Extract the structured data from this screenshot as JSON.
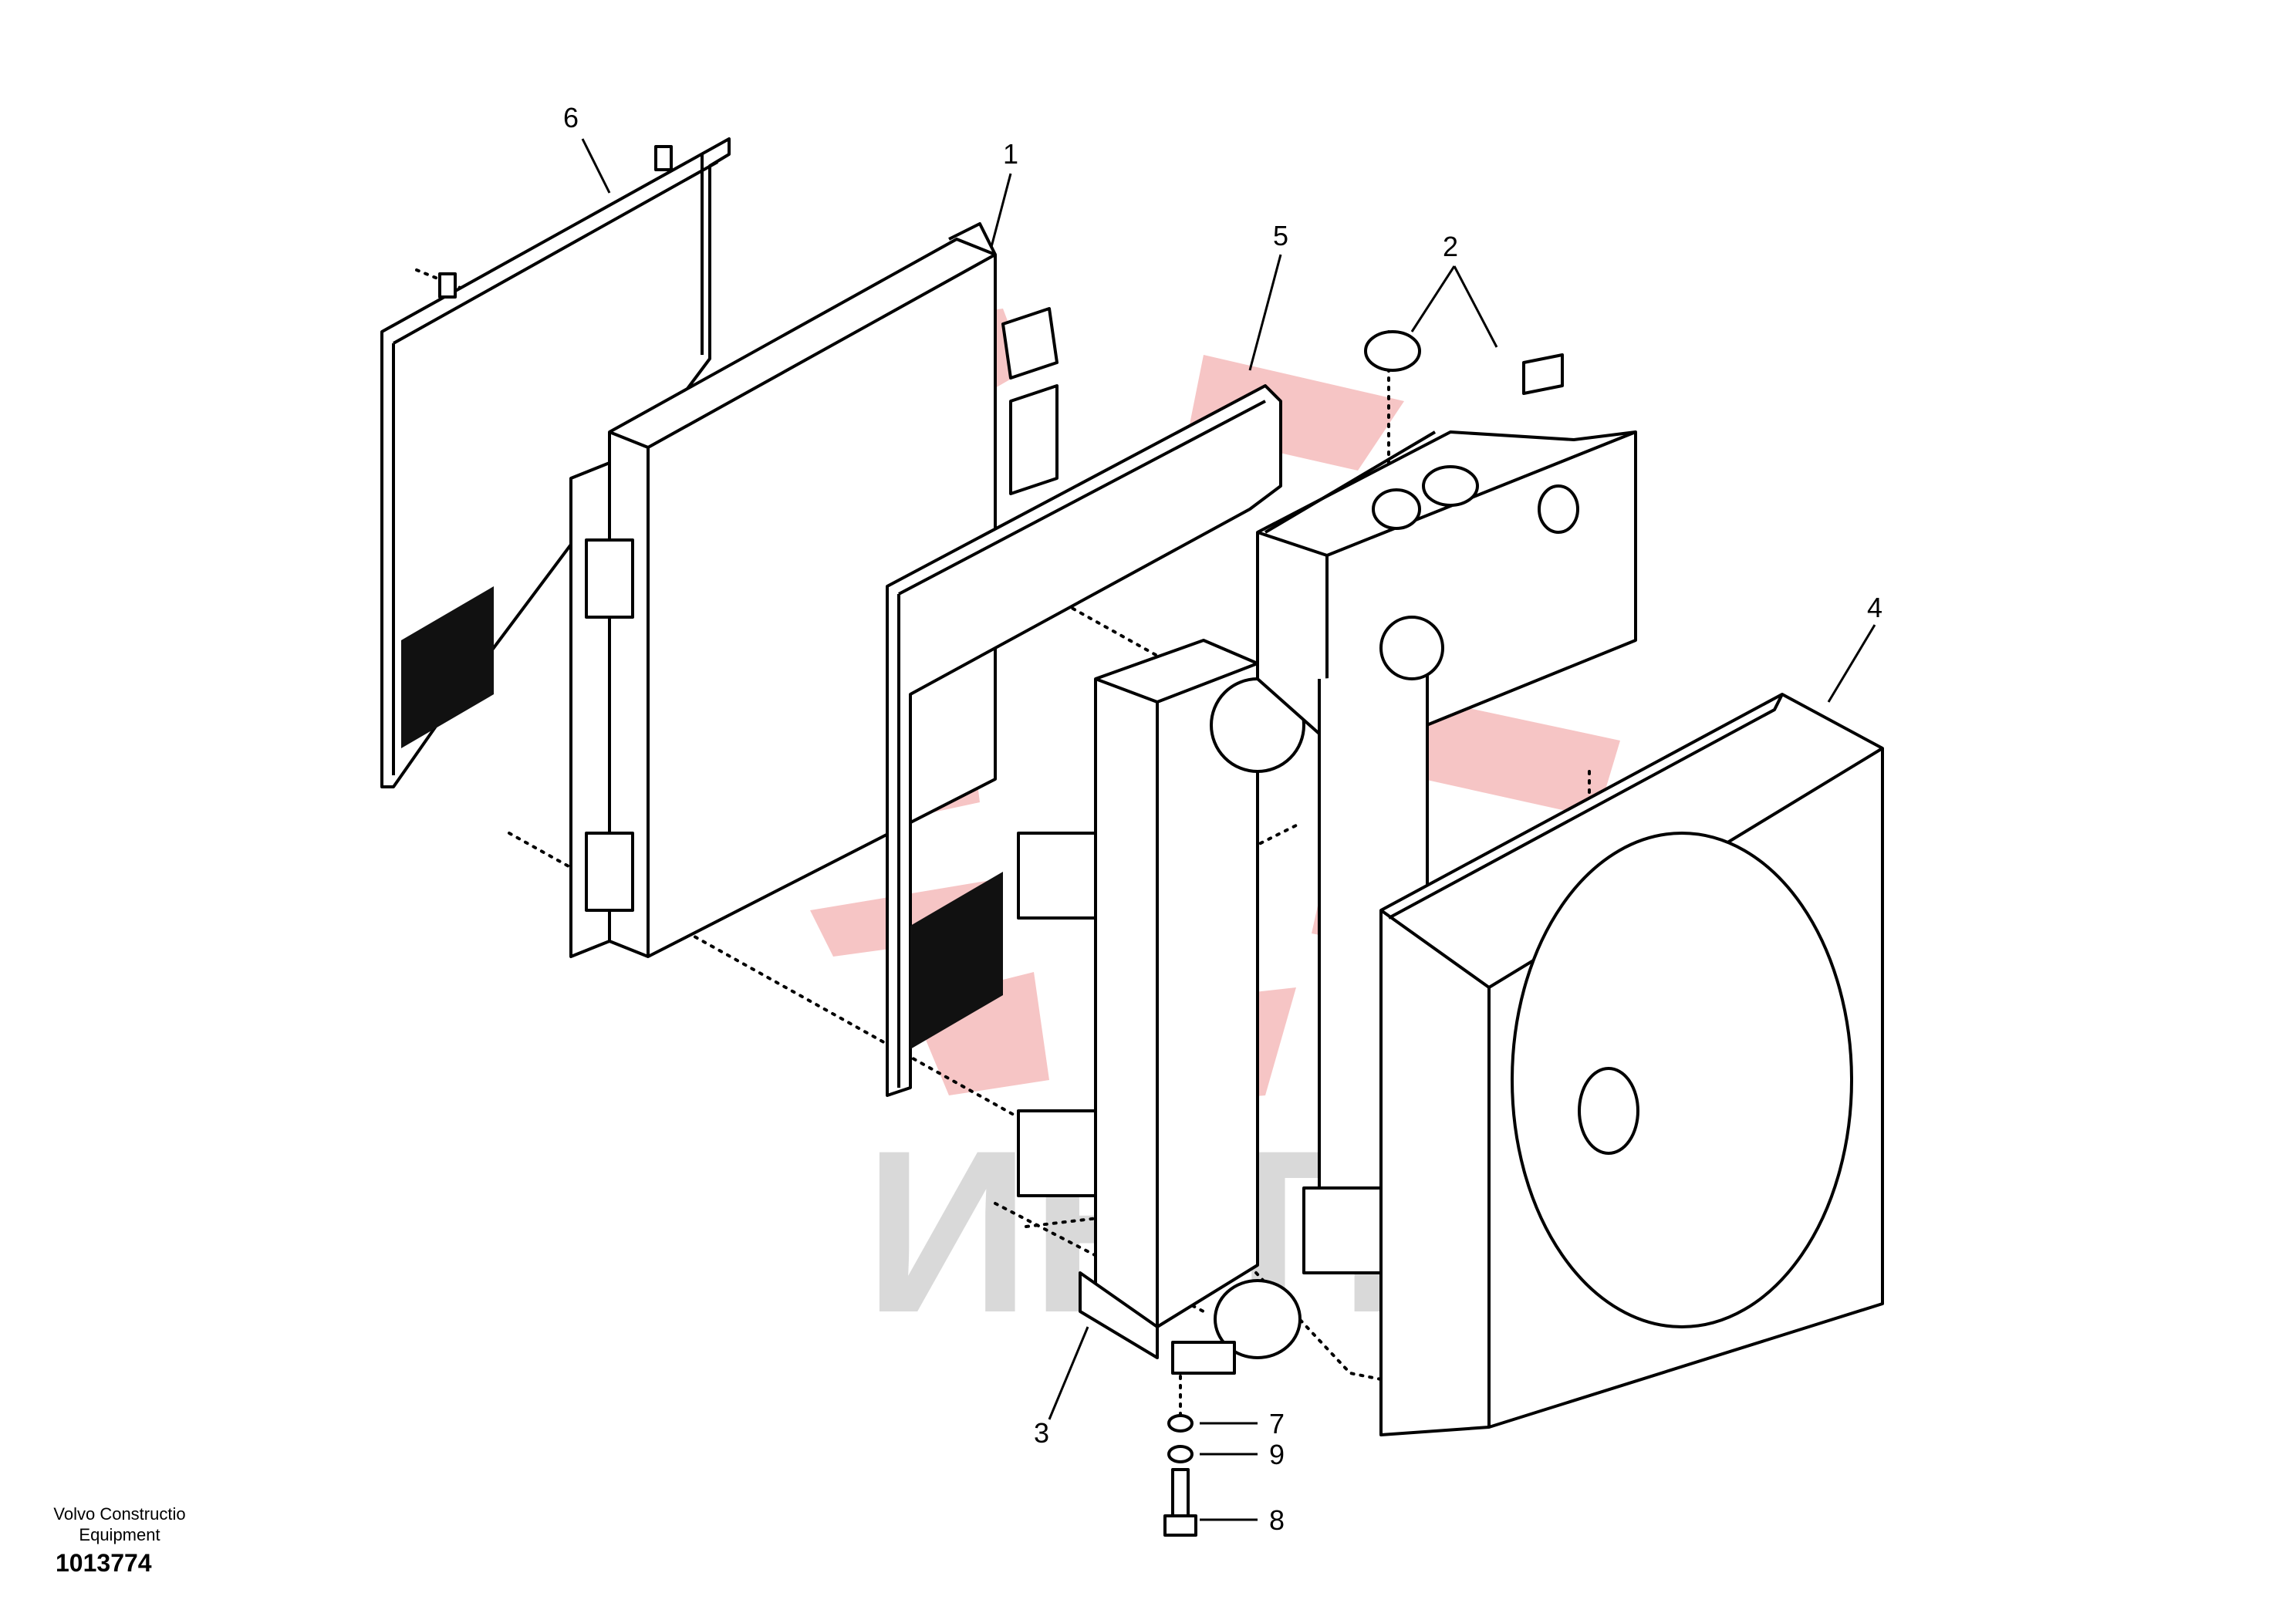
{
  "diagram": {
    "callouts": [
      {
        "id": "1",
        "text": "1"
      },
      {
        "id": "2",
        "text": "2"
      },
      {
        "id": "3",
        "text": "3"
      },
      {
        "id": "4",
        "text": "4"
      },
      {
        "id": "5",
        "text": "5"
      },
      {
        "id": "6",
        "text": "6"
      },
      {
        "id": "7",
        "text": "7"
      },
      {
        "id": "8",
        "text": "8"
      },
      {
        "id": "9",
        "text": "9"
      }
    ],
    "watermark": "ИНТЕХ",
    "watermark_color": "#f3b1b1"
  },
  "footer": {
    "brand_line1": "Volvo  Constructio",
    "brand_line2": "Equipment",
    "figure_number": "1013774"
  }
}
